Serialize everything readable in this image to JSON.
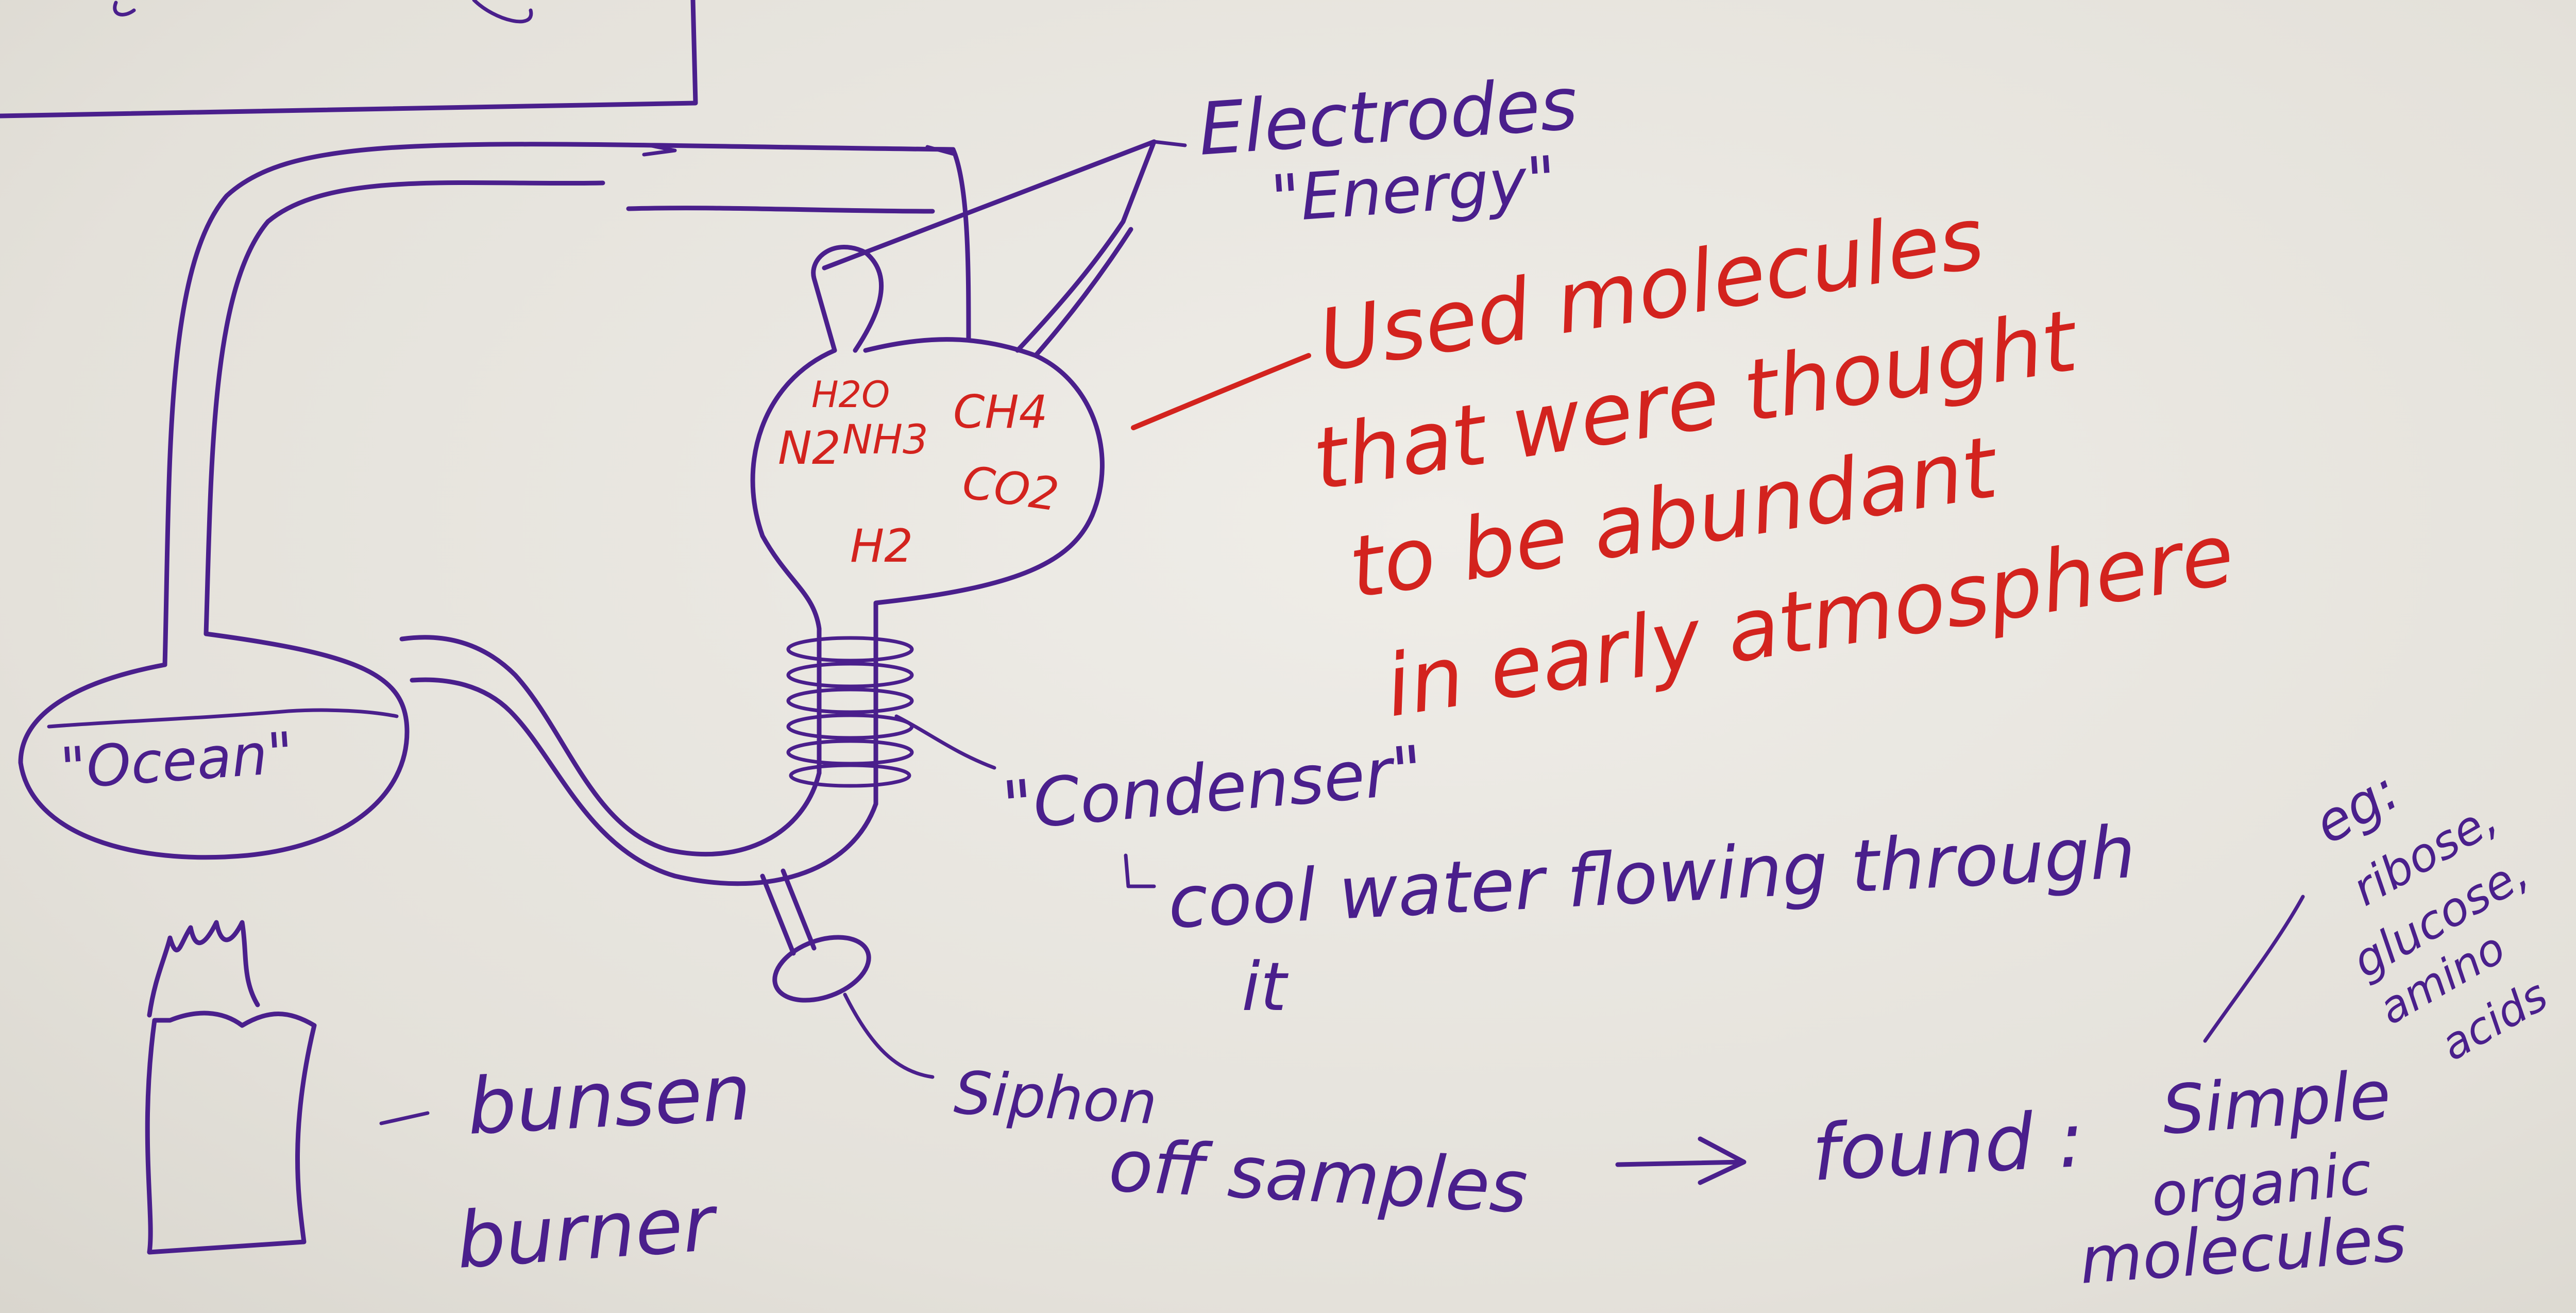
{
  "labels": {
    "electrodes": "Electrodes",
    "energy": "\"Energy\"",
    "gas_h2o": "H2O",
    "gas_n2": "N2",
    "gas_nh3": "NH3",
    "gas_ch4": "CH4",
    "gas_co2": "CO2",
    "gas_h2": "H2",
    "note_line1": "Used molecules",
    "note_line2": "that were thought",
    "note_line3": "to be abundant",
    "note_line4": "in early atmosphere",
    "ocean": "\"Ocean\"",
    "condenser": "\"Condenser\"",
    "condenser_note_line1": "cool water flowing through",
    "condenser_note_line2": "it",
    "bunsen_line1": "bunsen",
    "bunsen_line2": "burner",
    "siphon_line1": "Siphon",
    "siphon_line2": "off samples",
    "found": "found :",
    "result_line1": "Simple",
    "result_line2": "organic",
    "result_line3": "molecules",
    "eg_line1": "eg:",
    "eg_line2": "ribose,",
    "eg_line3": "glucose,",
    "eg_line4": "amino",
    "eg_line5": "acids"
  },
  "colors": {
    "ink": "#4a1f8c",
    "red": "#d3231e",
    "paper": "#e8e5de"
  }
}
